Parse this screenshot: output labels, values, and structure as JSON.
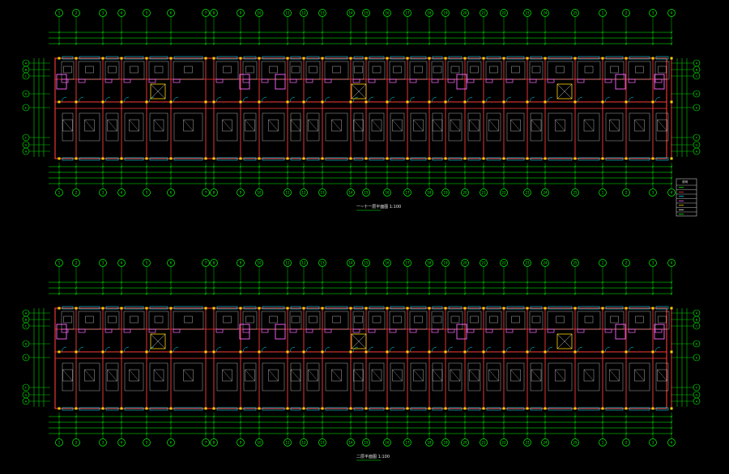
{
  "captions": {
    "plan_upper": "一~十一层平面图  1:100",
    "plan_lower": "二层平面图  1:100"
  },
  "legend": {
    "title": "说明",
    "rows": [
      "",
      "",
      "",
      "",
      "",
      "",
      ""
    ]
  },
  "grid_labels": {
    "columns": [
      "1",
      "2",
      "3",
      "4",
      "5",
      "6",
      "7",
      "8",
      "9",
      "10",
      "11",
      "12",
      "13",
      "14",
      "15",
      "16",
      "17",
      "18",
      "19",
      "20",
      "21",
      "22",
      "23",
      "24",
      "25"
    ],
    "rows": [
      "A",
      "B",
      "C",
      "D",
      "E",
      "F",
      "G"
    ]
  },
  "colors": {
    "background": "#000000",
    "dimension": "#00ff00",
    "wall": "#ff3b3b",
    "window": "#00e5ff",
    "door": "#ff66ff",
    "furniture": "#f5f5f5",
    "axis_yellow": "#ffd400"
  }
}
